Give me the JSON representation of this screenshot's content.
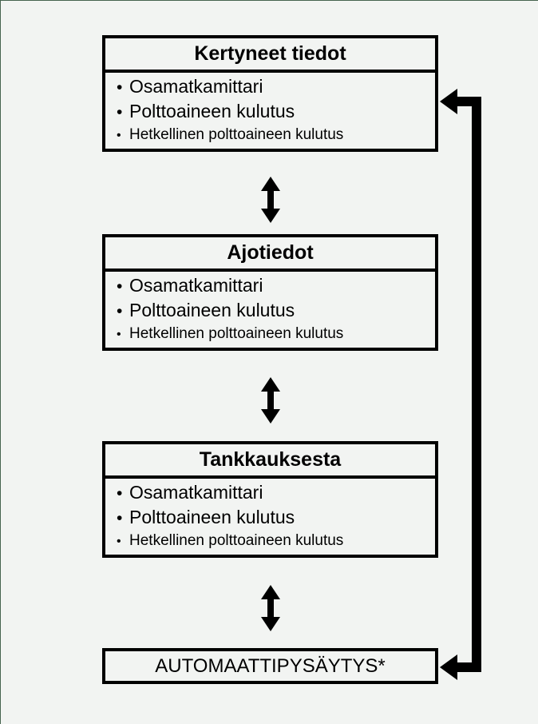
{
  "diagram": {
    "type": "flow-diagram",
    "language": "fi",
    "background_color": "#f2f4f2",
    "line_color": "#000000",
    "boxes": [
      {
        "title": "Kertyneet tiedot",
        "items": [
          {
            "text": "Osamatkamittari",
            "bullet": "•",
            "size": "lg"
          },
          {
            "text": "Polttoaineen kulutus",
            "bullet": "•",
            "size": "lg"
          },
          {
            "text": "Hetkellinen polttoaineen kulutus",
            "bullet": "•",
            "size": "sm"
          }
        ]
      },
      {
        "title": "Ajotiedot",
        "items": [
          {
            "text": "Osamatkamittari",
            "bullet": "•",
            "size": "lg"
          },
          {
            "text": "Polttoaineen kulutus",
            "bullet": "•",
            "size": "lg"
          },
          {
            "text": "Hetkellinen polttoaineen kulutus",
            "bullet": "•",
            "size": "sm"
          }
        ]
      },
      {
        "title": "Tankkauksesta",
        "items": [
          {
            "text": "Osamatkamittari",
            "bullet": "•",
            "size": "lg"
          },
          {
            "text": "Polttoaineen kulutus",
            "bullet": "•",
            "size": "lg"
          },
          {
            "text": "Hetkellinen polttoaineen kulutus",
            "bullet": "•",
            "size": "sm"
          }
        ]
      }
    ],
    "footer_box": {
      "label": "AUTOMAATTIPYSÄYTYS*"
    },
    "connectors": [
      {
        "name": "connector-box1-box2",
        "style": "double-headed-vertical-arrow"
      },
      {
        "name": "connector-box2-box3",
        "style": "double-headed-vertical-arrow"
      },
      {
        "name": "connector-box3-footer",
        "style": "double-headed-vertical-arrow"
      }
    ],
    "return_path": {
      "name": "return-path",
      "style": "vertical-line-with-left-arrowheads",
      "arrowheads": [
        "top-left",
        "bottom-left"
      ]
    }
  }
}
